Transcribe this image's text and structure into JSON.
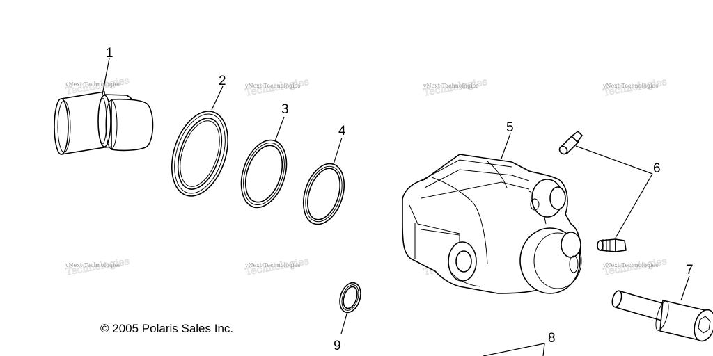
{
  "callouts": {
    "c1": "1",
    "c2": "2",
    "c3": "3",
    "c4": "4",
    "c5": "5",
    "c6": "6",
    "c7": "7",
    "c8": "8",
    "c9": "9"
  },
  "copyright": "© 2005 Polaris Sales Inc.",
  "watermark": {
    "line": "vNext Technologies",
    "ghost": "Technologies"
  }
}
